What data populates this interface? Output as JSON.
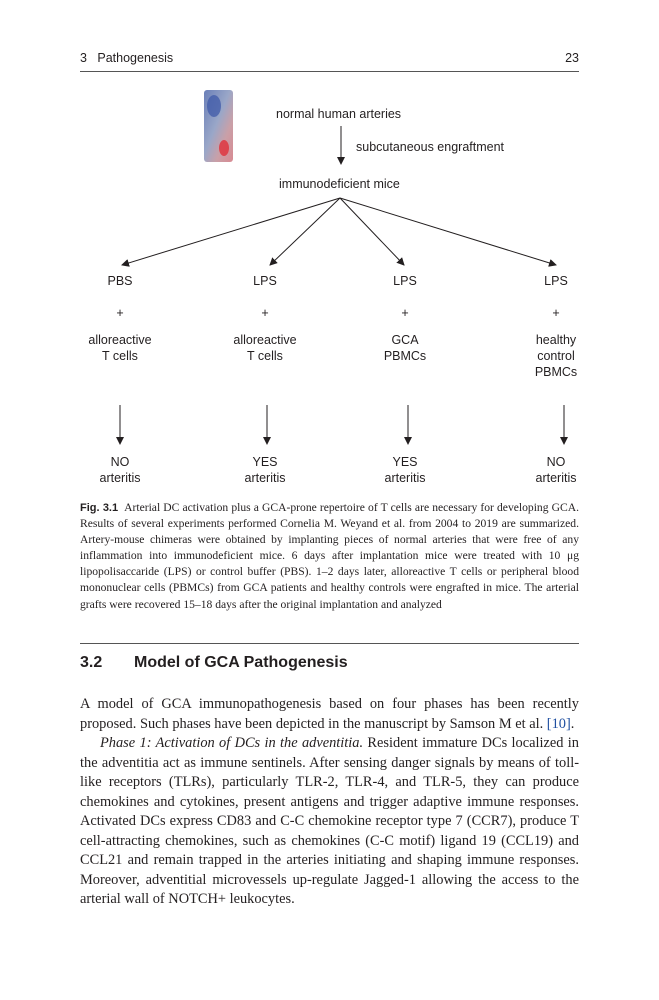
{
  "header": {
    "chapter": "3   Pathogenesis",
    "page_number": "23"
  },
  "figure": {
    "top_label": "normal human arteries",
    "arrow_label": "subcutaneous engraftment",
    "mid_label": "immunodeficient mice",
    "columns": [
      {
        "treatment": "PBS",
        "plus": "+",
        "cells": [
          "alloreactive",
          "T cells"
        ],
        "outcome": [
          "NO",
          "arteritis"
        ]
      },
      {
        "treatment": "LPS",
        "plus": "+",
        "cells": [
          "alloreactive",
          "T cells"
        ],
        "outcome": [
          "YES",
          "arteritis"
        ]
      },
      {
        "treatment": "LPS",
        "plus": "+",
        "cells": [
          "GCA",
          "PBMCs"
        ],
        "outcome": [
          "YES",
          "arteritis"
        ]
      },
      {
        "treatment": "LPS",
        "plus": "+",
        "cells": [
          "healthy",
          "control",
          "PBMCs"
        ],
        "outcome": [
          "NO",
          "arteritis"
        ]
      }
    ],
    "caption_label": "Fig. 3.1",
    "caption_text": "Arterial DC activation plus a GCA-prone repertoire of T cells are necessary for developing GCA. Results of several experiments performed Cornelia M. Weyand et al. from 2004 to 2019 are summarized. Artery-mouse chimeras were obtained by implanting pieces of normal arteries that were free of any inflammation into immunodeficient mice. 6 days after implantation mice were treated with 10 μg lipopolisaccaride (LPS) or control buffer (PBS). 1–2 days later, alloreactive T cells or peripheral blood mononuclear cells (PBMCs) from GCA patients and healthy controls were engrafted in mice. The arterial grafts were recovered 15–18 days after the original implantation and analyzed"
  },
  "section": {
    "number": "3.2",
    "title": "Model of GCA Pathogenesis"
  },
  "body": {
    "p1_text": "A model of GCA immunopathogenesis based on four phases has been recently proposed. Such phases have been depicted in the manuscript by Samson M et al. ",
    "p1_ref": "[10]",
    "p1_end": ".",
    "p2_italic": "Phase 1: Activation of DCs in the adventitia.",
    "p2_text": " Resident immature DCs localized in the adventitia act as immune sentinels. After sensing danger signals by means of toll-like receptors (TLRs), particularly TLR-2, TLR-4, and TLR-5, they can produce chemokines and cytokines, present antigens and trigger adaptive immune responses. Activated DCs express CD83 and C-C chemokine receptor type 7 (CCR7), produce T cell-attracting chemokines, such as chemokines (C-C motif) ligand 19 (CCL19) and CCL21 and remain trapped in the arteries initiating and shaping immune responses. Moreover, adventitial microvessels up-regulate Jagged-1 allowing the access to the arterial wall of NOTCH+ leukocytes."
  }
}
